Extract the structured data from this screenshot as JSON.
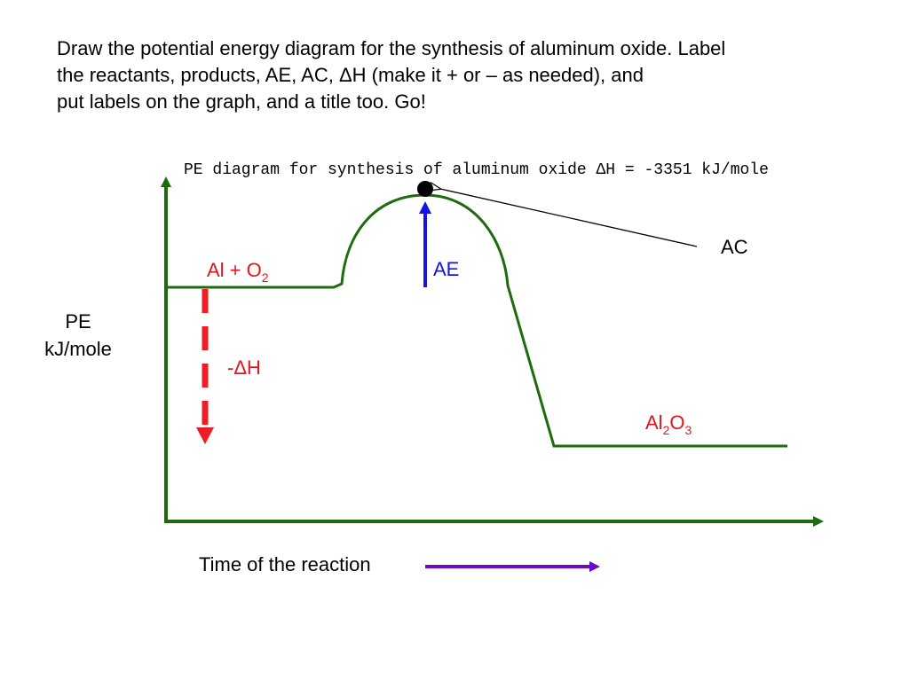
{
  "instructions": {
    "line1": "Draw the potential energy diagram for the synthesis of aluminum oxide.  Label",
    "line2": "the reactants, products, AE, AC, ΔH (make it + or – as needed), and",
    "line3": "put labels on the graph, and a title too.  Go!"
  },
  "diagram": {
    "title": "PE diagram for synthesis of aluminum oxide  ΔH = -3351 kJ/mole",
    "y_label_line1": "PE",
    "y_label_line2": "kJ/mole",
    "x_label": "Time of the reaction",
    "reactants": {
      "base1": "Al + O",
      "sub1": "2"
    },
    "products": {
      "base1": "Al",
      "sub1": "2",
      "base2": "O",
      "sub2": "3"
    },
    "ae_label": "AE",
    "ac_label": "AC",
    "dh_label": "-ΔH",
    "colors": {
      "curve": "#1e6b0e",
      "axes": "#1e6b0e",
      "reactant_product_labels": "#e8141c",
      "dh_arrow": "#ee1c24",
      "ae_arrow": "#1414e8",
      "time_arrow": "#6a0dc8",
      "ac_pointer": "#000000"
    }
  }
}
